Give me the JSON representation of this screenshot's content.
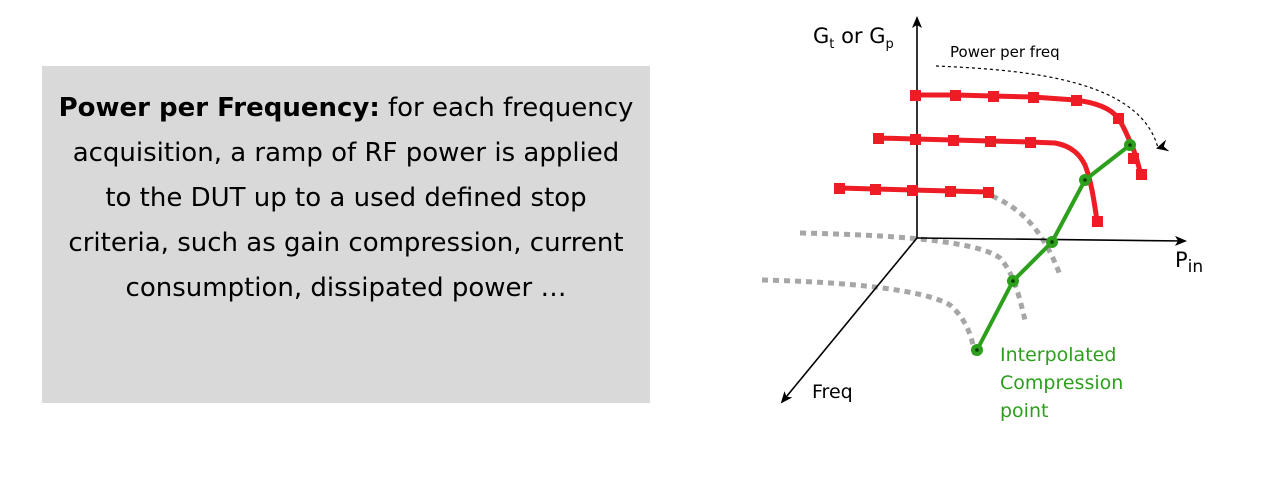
{
  "description_box": {
    "heading": "Power per Frequency:",
    "body": " for each frequency acquisition, a ramp of RF power is applied to the DUT up to a used defined stop criteria, such as gain compression, current consumption, dissipated power …"
  },
  "diagram": {
    "y_axis": {
      "main": "G",
      "sub1": "t",
      "mid": " or G",
      "sub2": "p"
    },
    "x_axis": {
      "main": "P",
      "sub": "in"
    },
    "depth_axis": "Freq",
    "sweep_label": "Power per freq",
    "compression_label": [
      "Interpolated",
      "Compression",
      "point"
    ],
    "colors": {
      "power_curves": "#ee1c25",
      "compression": "#2ca01c",
      "projection": "#a6a6a6",
      "axes": "#000000"
    }
  }
}
